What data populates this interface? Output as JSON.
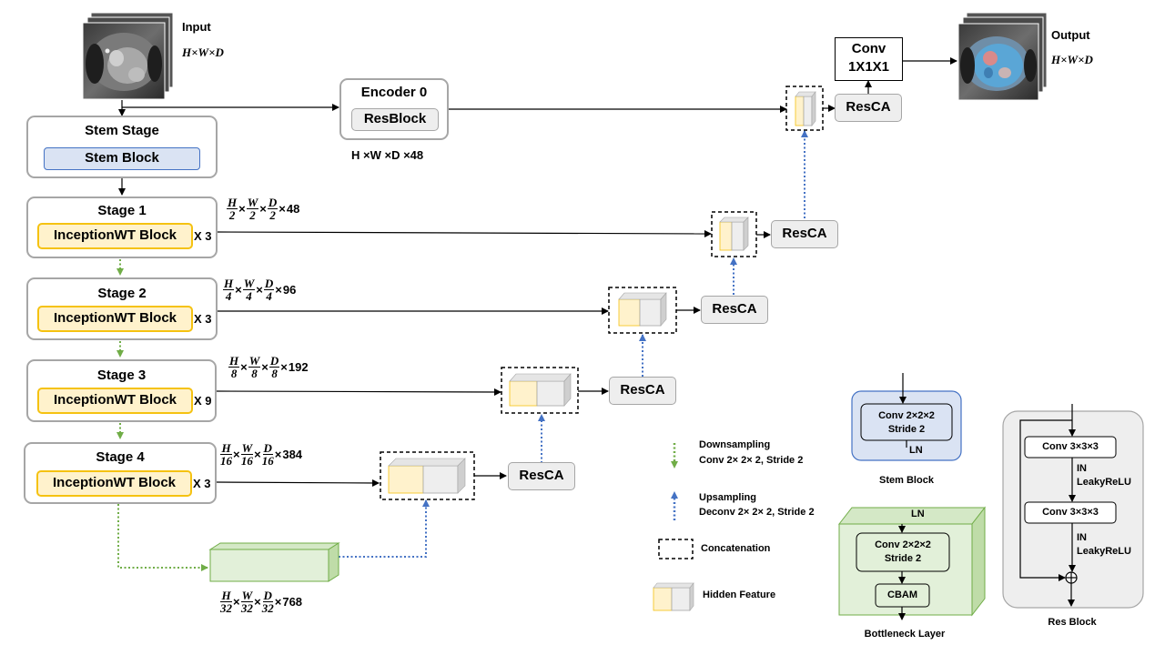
{
  "input": {
    "label": "Input",
    "dims": "H×W×D"
  },
  "output": {
    "label": "Output",
    "dims": "H×W×D"
  },
  "encoder0": {
    "title": "Encoder 0",
    "block": "ResBlock",
    "dims": "H ×W ×D ×48"
  },
  "conv_out": {
    "line1": "Conv",
    "line2": "1X1X1"
  },
  "stem": {
    "title": "Stem Stage",
    "block": "Stem Block"
  },
  "stages": [
    {
      "title": "Stage 1",
      "block": "InceptionWT Block",
      "mult": "X 3",
      "den": "2",
      "ch": "48"
    },
    {
      "title": "Stage 2",
      "block": "InceptionWT Block",
      "mult": "X 3",
      "den": "4",
      "ch": "96"
    },
    {
      "title": "Stage 3",
      "block": "InceptionWT Block",
      "mult": "X 9",
      "den": "8",
      "ch": "192"
    },
    {
      "title": "Stage 4",
      "block": "InceptionWT Block",
      "mult": "X 3",
      "den": "16",
      "ch": "384"
    }
  ],
  "bottleneck_dims": {
    "den": "32",
    "ch": "768"
  },
  "frac_letters": {
    "h": "H",
    "w": "W",
    "d": "D",
    "times": "×"
  },
  "resca_label": "ResCA",
  "legend": {
    "downsampling": {
      "title": "Downsampling",
      "desc": "Conv 2× 2× 2, Stride 2"
    },
    "upsampling": {
      "title": "Upsampling",
      "desc": "Deconv 2× 2× 2, Stride 2"
    },
    "concatenation": "Concatenation",
    "hidden_feature": "Hidden Feature"
  },
  "stem_detail": {
    "conv": "Conv 2×2×2",
    "stride": "Stride 2",
    "ln": "LN",
    "caption": "Stem Block"
  },
  "bottleneck_detail": {
    "ln": "LN",
    "conv": "Conv 2×2×2",
    "stride": "Stride 2",
    "cbam": "CBAM",
    "caption": "Bottleneck Layer"
  },
  "res_detail": {
    "conv1": "Conv 3×3×3",
    "conv2": "Conv 3×3×3",
    "in": "IN",
    "act": "LeakyReLU",
    "caption": "Res Block"
  },
  "colors": {
    "grey_border": "#a6a6a6",
    "yellow_fill": "#fff2cc",
    "yellow_border": "#f5c211",
    "blue_fill": "#dae3f3",
    "blue_border": "#4472c4",
    "green_fill": "#e2f0d9",
    "green_border": "#70ad47",
    "down_arrow": "#70ad47",
    "up_arrow": "#4472c4"
  }
}
